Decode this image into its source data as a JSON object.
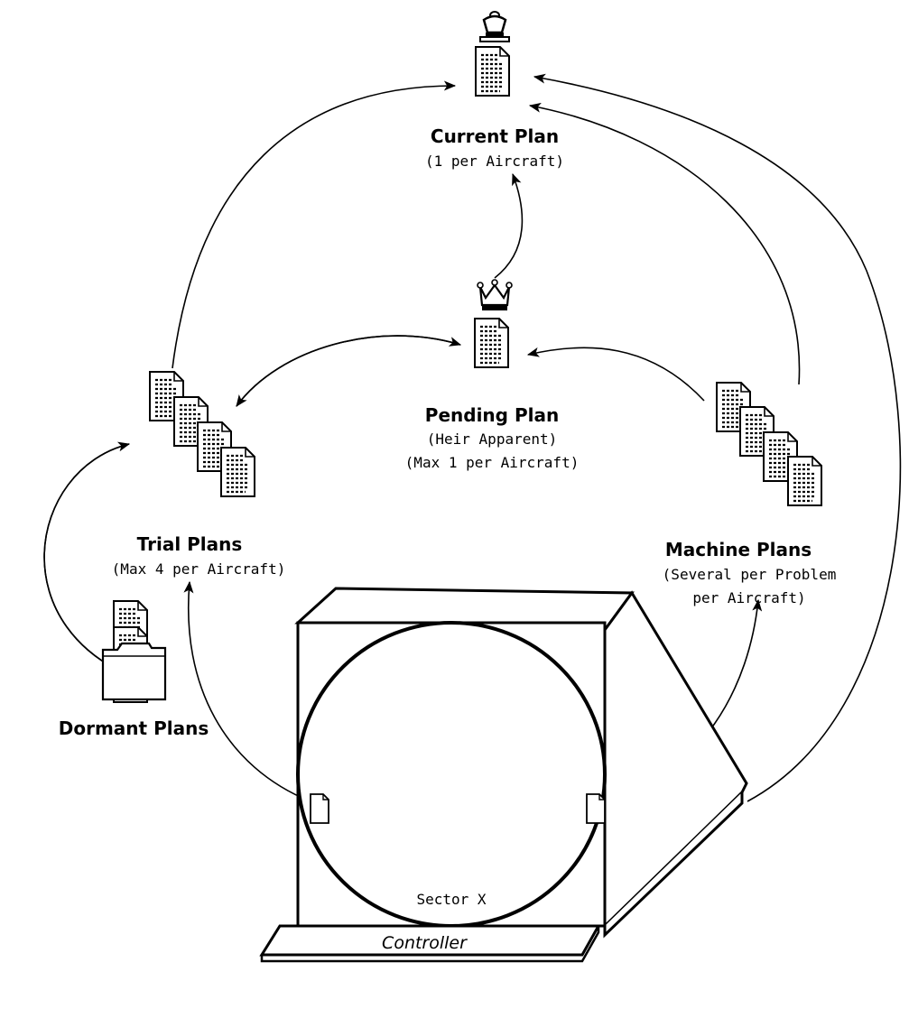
{
  "nodes": {
    "current": {
      "title": "Current Plan",
      "subtitle": "(1 per Aircraft)"
    },
    "pending": {
      "title": "Pending Plan",
      "subtitle_1": "(Heir Apparent)",
      "subtitle_2": "(Max 1 per Aircraft)"
    },
    "trial": {
      "title": "Trial Plans",
      "subtitle": "(Max 4 per Aircraft)"
    },
    "machine": {
      "title": "Machine Plans",
      "subtitle_1": "(Several per Problem",
      "subtitle_2": "per Aircraft)"
    },
    "dormant": {
      "title": "Dormant Plans"
    }
  },
  "display": {
    "sector_label": "Sector X",
    "controller_label": "Controller"
  },
  "icons": [
    "king-crown-icon",
    "queen-crown-icon",
    "document-icon",
    "folder-icon"
  ]
}
